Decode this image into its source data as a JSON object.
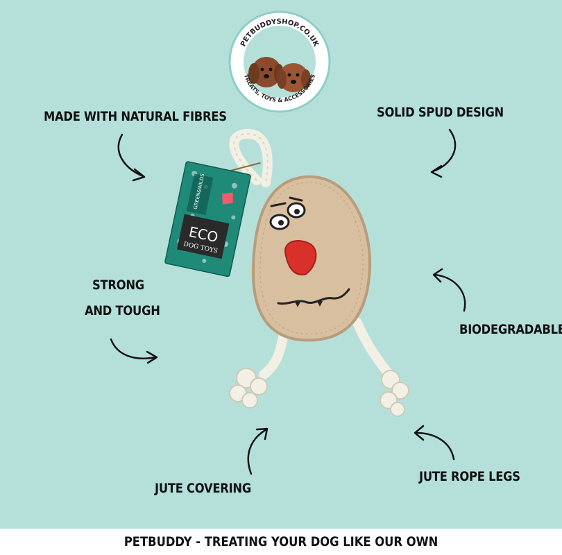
{
  "logo": {
    "arc_top": "PETBUDDYSHOP.CO.UK",
    "arc_bottom": "TREATS, TOYS & ACCESSORIES"
  },
  "features": {
    "natural_fibres": "MADE WITH NATURAL FIBRES",
    "solid_spud": "SOLID SPUD DESIGN",
    "strong_line1": "STRONG",
    "strong_line2": "AND TOUGH",
    "biodegradable": "BIODEGRADABLE",
    "jute_covering": "JUTE COVERING",
    "jute_rope_legs": "JUTE ROPE LEGS"
  },
  "tag": {
    "brand": "GREEN&WILDS",
    "eco": "ECO",
    "subtitle": "DOG TOYS"
  },
  "footer": {
    "tagline": "PETBUDDY - TREATING YOUR DOG LIKE OUR OWN"
  },
  "colors": {
    "background": "#b5e0da",
    "footer_bg": "#ffffff",
    "text": "#111111",
    "toy_body": "#d8bfa0",
    "nose": "#d9302a",
    "tag_green": "#1f8a78"
  }
}
